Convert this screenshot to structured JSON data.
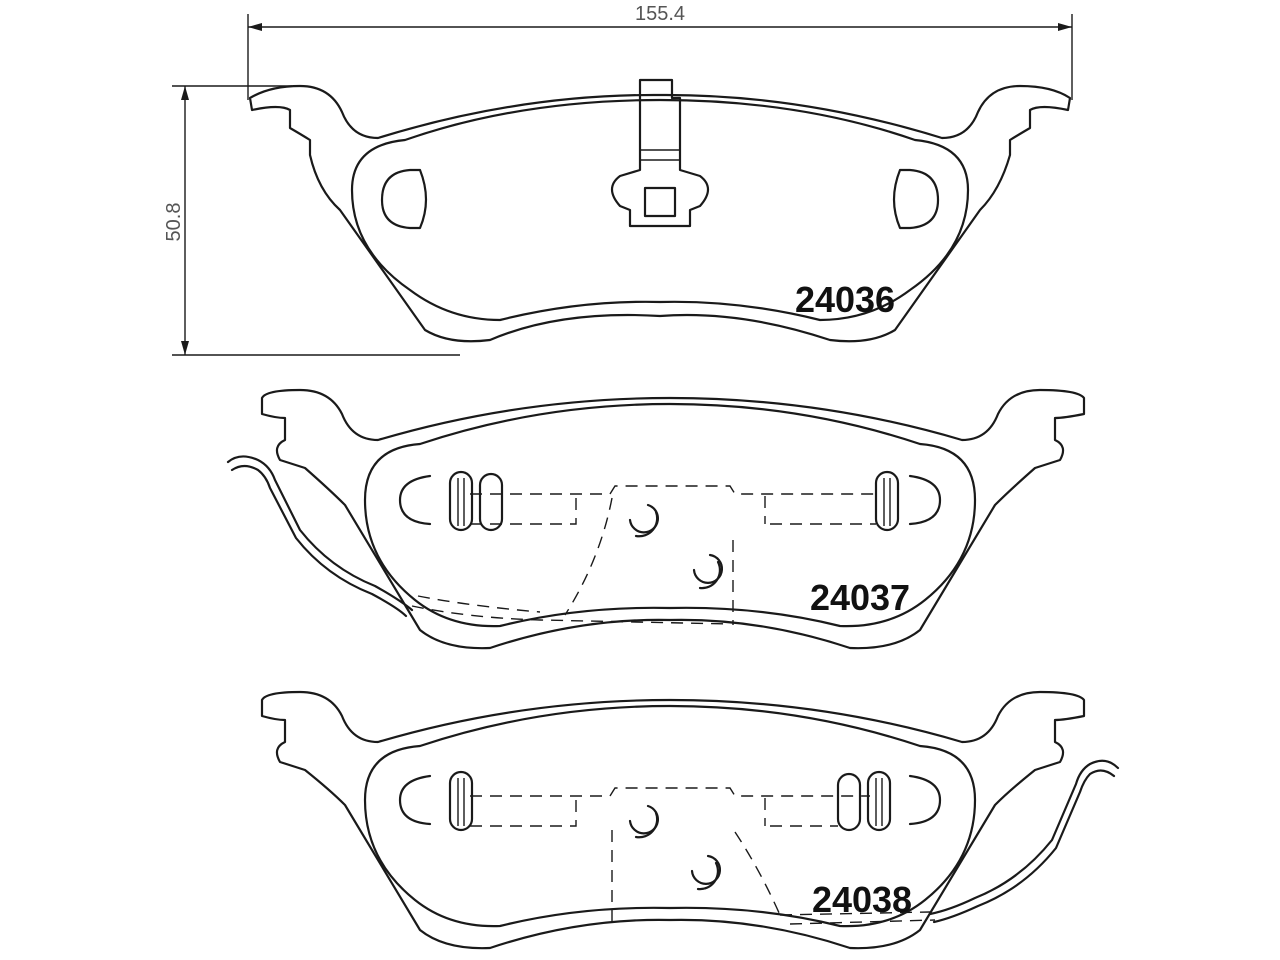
{
  "dimensions": {
    "width_label": "155.4",
    "height_label": "50.8"
  },
  "parts": [
    {
      "id": "pad-top",
      "label": "24036"
    },
    {
      "id": "pad-middle",
      "label": "24037"
    },
    {
      "id": "pad-bottom",
      "label": "24038"
    }
  ],
  "colors": {
    "line": "#1a1a1a",
    "dimension_text": "#555555"
  }
}
